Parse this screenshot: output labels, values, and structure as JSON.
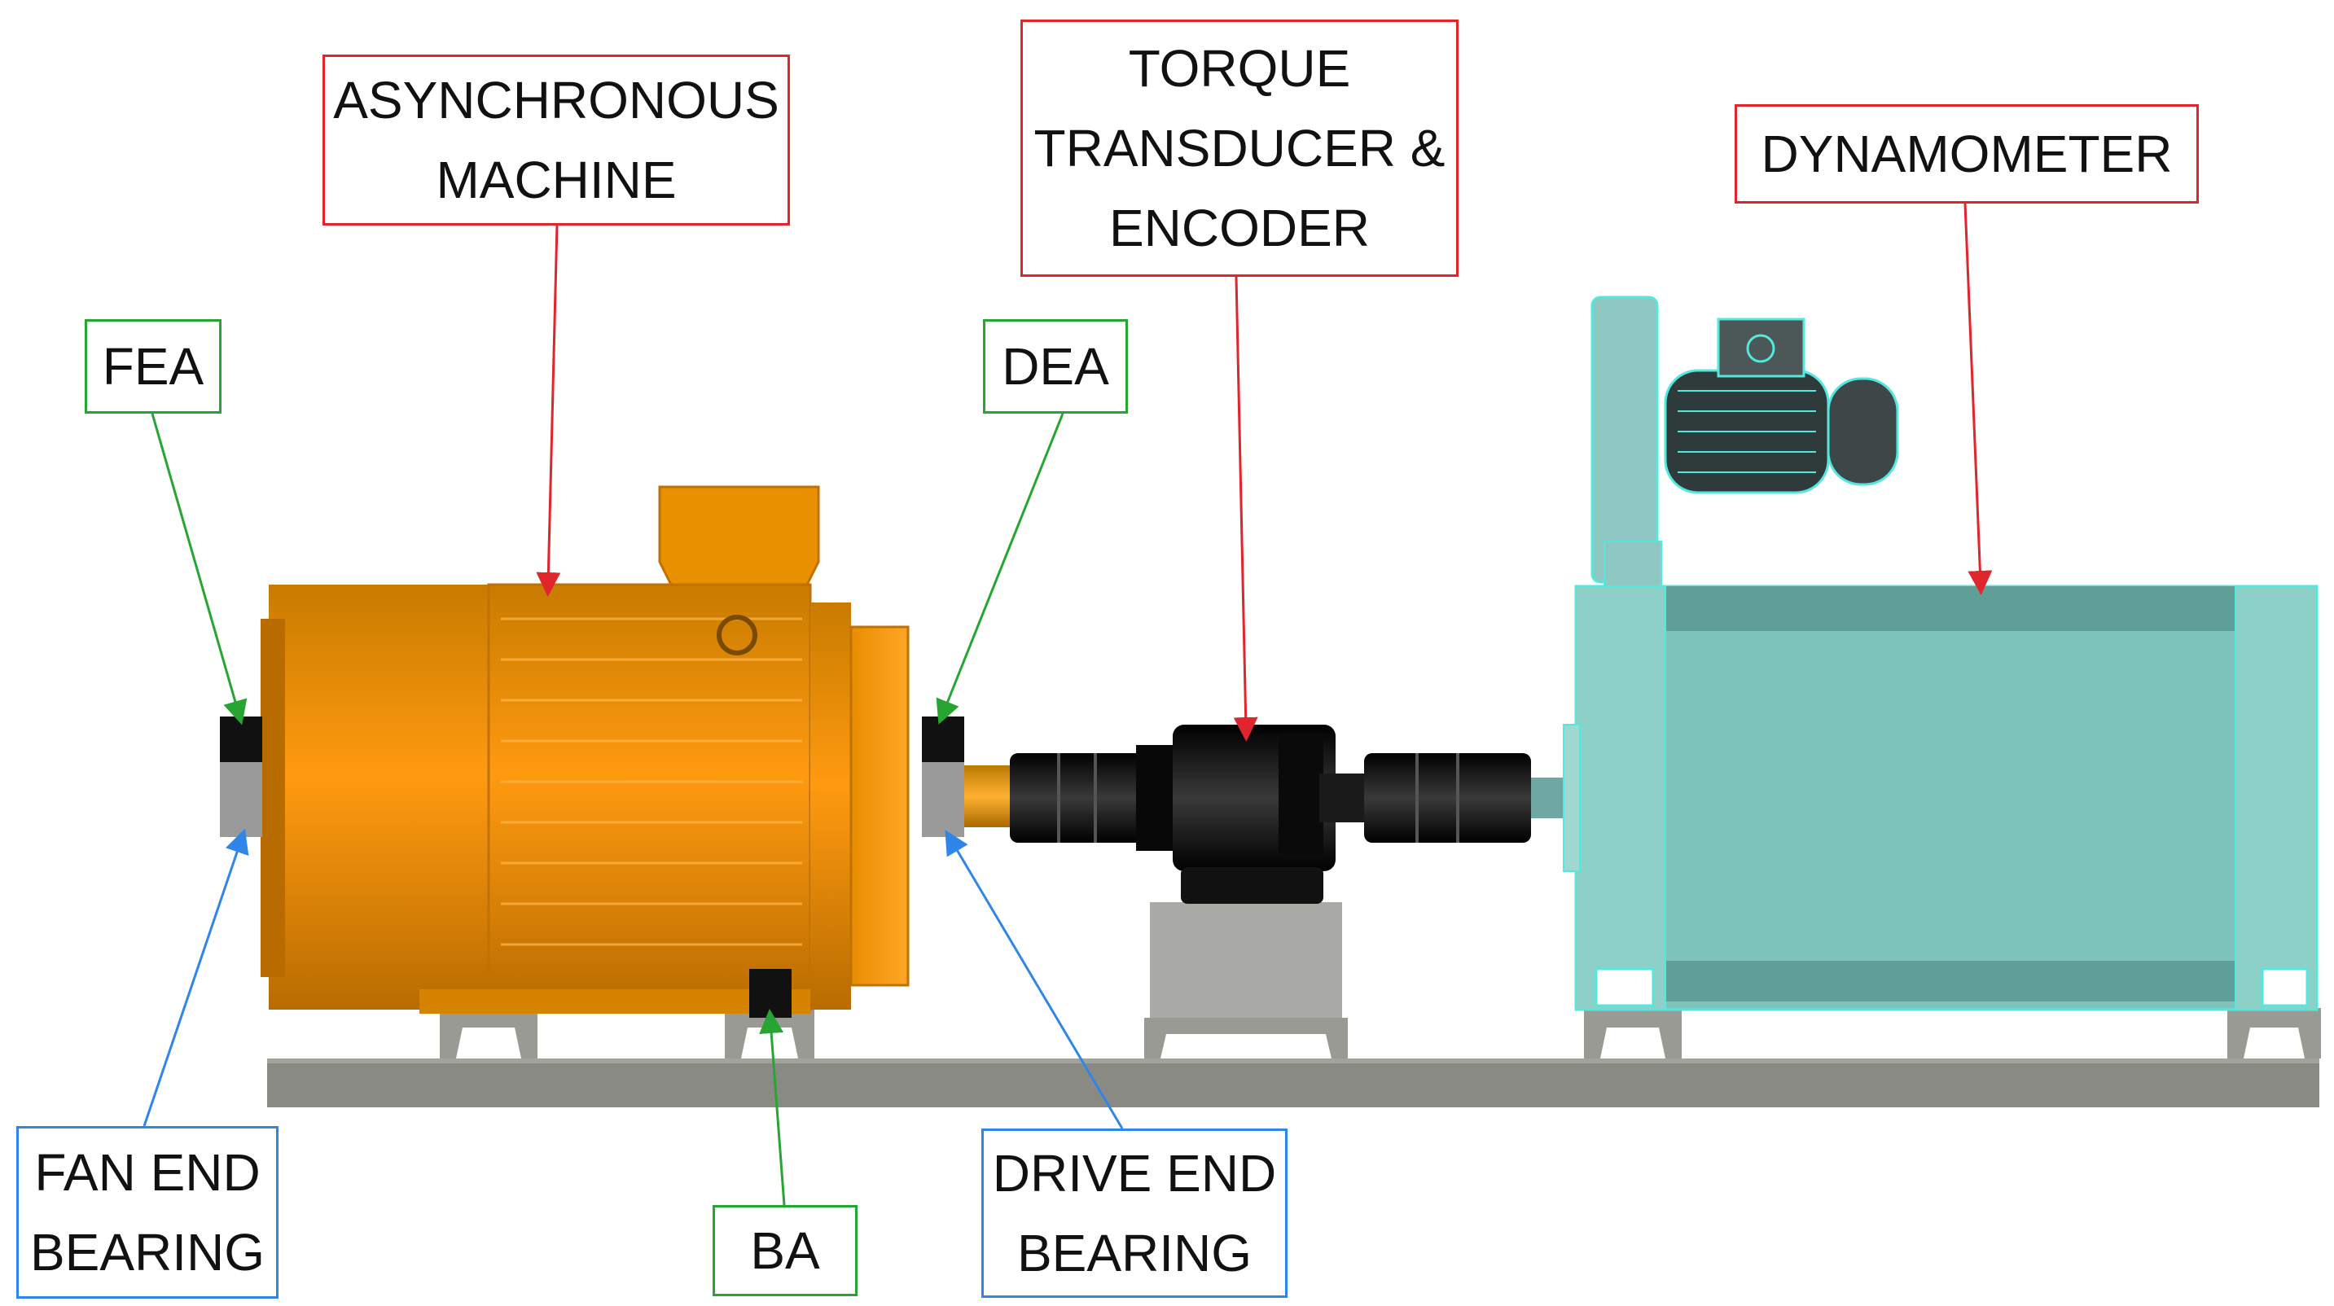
{
  "labels": {
    "asynchronous_machine": "ASYNCHRONOUS\nMACHINE",
    "torque_transducer": "TORQUE\nTRANSDUCER &\nENCODER",
    "dynamometer": "DYNAMOMETER",
    "fea": "FEA",
    "dea": "DEA",
    "fan_end_bearing": "FAN END\nBEARING",
    "ba": "BA",
    "drive_end_bearing": "DRIVE END\nBEARING"
  },
  "colors": {
    "callout_red": "#e0262d",
    "callout_green": "#27a532",
    "callout_blue": "#2f86e8",
    "motor_orange": "#f59b00",
    "dyno_teal": "#7fc4bb",
    "base_grey": "#8a8a85",
    "coupling_black": "#111111"
  }
}
